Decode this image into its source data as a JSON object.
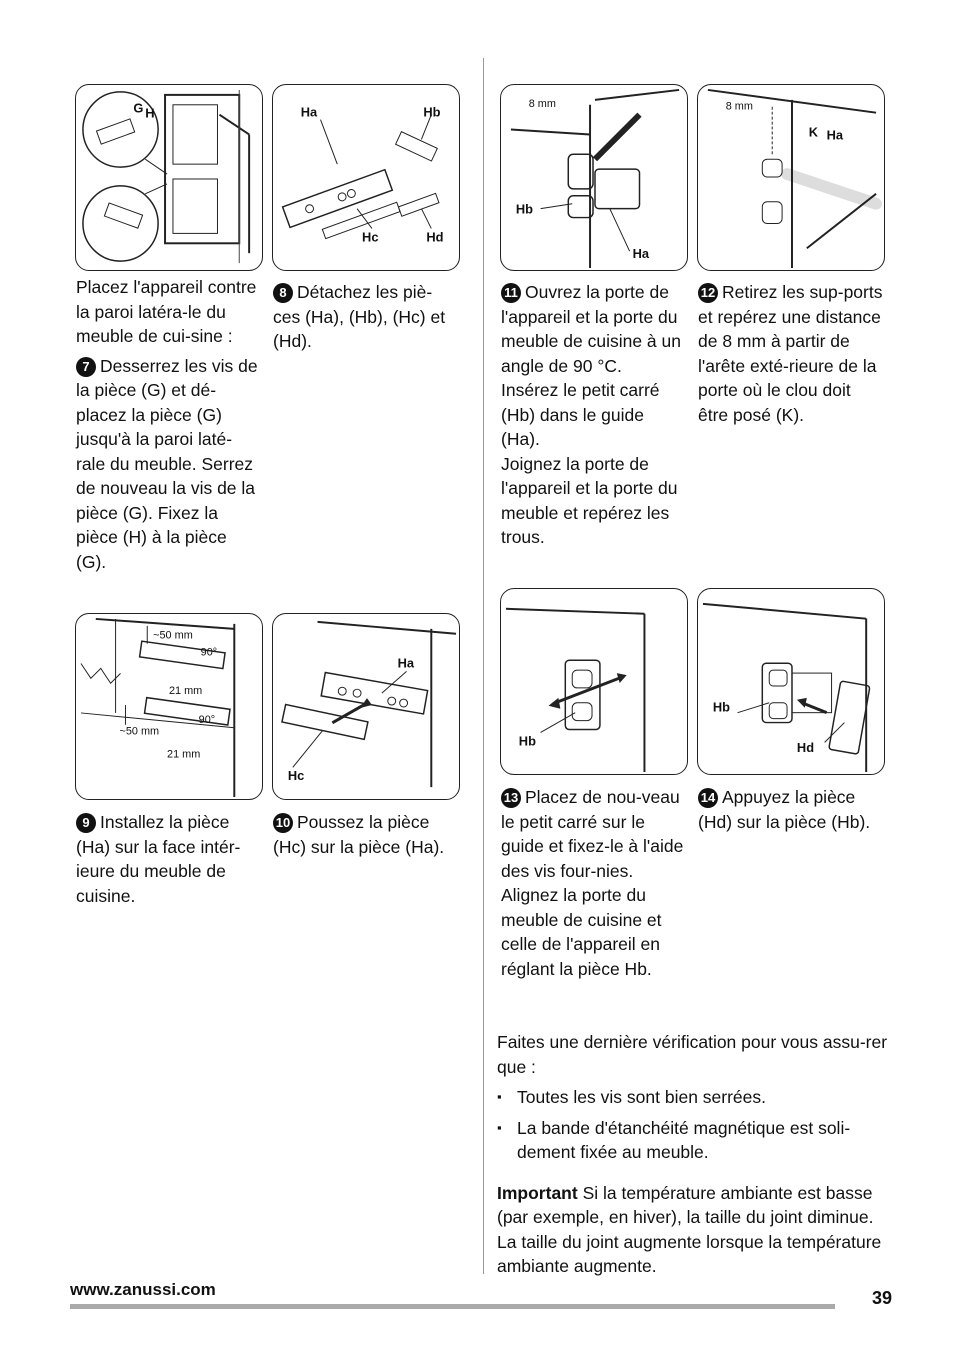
{
  "figures": {
    "fig1": {
      "labels": [
        "G",
        "H"
      ]
    },
    "fig2": {
      "labels": [
        "Ha",
        "Hb",
        "Hc",
        "Hd"
      ]
    },
    "fig3": {
      "dim": "8 mm",
      "labels": [
        "Hb",
        "Ha"
      ]
    },
    "fig4": {
      "dim": "8 mm",
      "labels": [
        "K",
        "Ha"
      ]
    },
    "fig5": {
      "dims": [
        "~50 mm",
        "90°",
        "21 mm",
        "~50 mm",
        "90°",
        "21 mm"
      ]
    },
    "fig6": {
      "labels": [
        "Ha",
        "Hc"
      ]
    },
    "fig7": {
      "labels": [
        "Hb"
      ]
    },
    "fig8": {
      "labels": [
        "Hb",
        "Hd"
      ]
    }
  },
  "steps": {
    "intro": "Placez l'appareil contre la paroi latéra-le du meuble de cui-sine :",
    "s7": {
      "num": "7",
      "text": "Desserrez les vis de la pièce (G) et dé-placez la pièce (G) jusqu'à la paroi laté-rale du meuble. Serrez de nouveau la vis de la pièce (G). Fixez la pièce (H) à la pièce (G)."
    },
    "s8": {
      "num": "8",
      "text": "Détachez les piè-ces (Ha), (Hb), (Hc) et (Hd)."
    },
    "s9": {
      "num": "9",
      "text": "Installez la pièce (Ha) sur la face intér-ieure du meuble de cuisine."
    },
    "s10": {
      "num": "10",
      "text": "Poussez la pièce (Hc) sur la pièce (Ha)."
    },
    "s11": {
      "num": "11",
      "text": "Ouvrez la porte de l'appareil et la porte du meuble de cuisine à un angle de 90 °C.",
      "p2": "Insérez le petit carré (Hb) dans le guide (Ha).",
      "p3": "Joignez la porte de l'appareil et la porte du meuble et repérez les trous."
    },
    "s12": {
      "num": "12",
      "text": "Retirez les sup-ports et repérez une distance de 8 mm à partir de l'arête exté-rieure de la porte où le clou doit être posé (K)."
    },
    "s13": {
      "num": "13",
      "text": "Placez de nou-veau le petit carré sur le guide et fixez-le à l'aide des vis four-nies.",
      "p2": "Alignez la porte du meuble de cuisine et celle de l'appareil en réglant la pièce Hb."
    },
    "s14": {
      "num": "14",
      "text": "Appuyez la pièce (Hd) sur la pièce (Hb)."
    }
  },
  "final": {
    "check": "Faites une dernière vérification pour vous assu-rer que :",
    "bullets": [
      "Toutes les vis sont bien serrées.",
      "La bande d'étanchéité magnétique est soli-dement fixée au meuble."
    ],
    "important_label": "Important",
    "important_text": " Si la température ambiante est basse (par exemple, en hiver), la taille du joint diminue. La taille du joint augmente lorsque la température ambiante augmente."
  },
  "footer": {
    "url": "www.zanussi.com",
    "page": "39"
  }
}
